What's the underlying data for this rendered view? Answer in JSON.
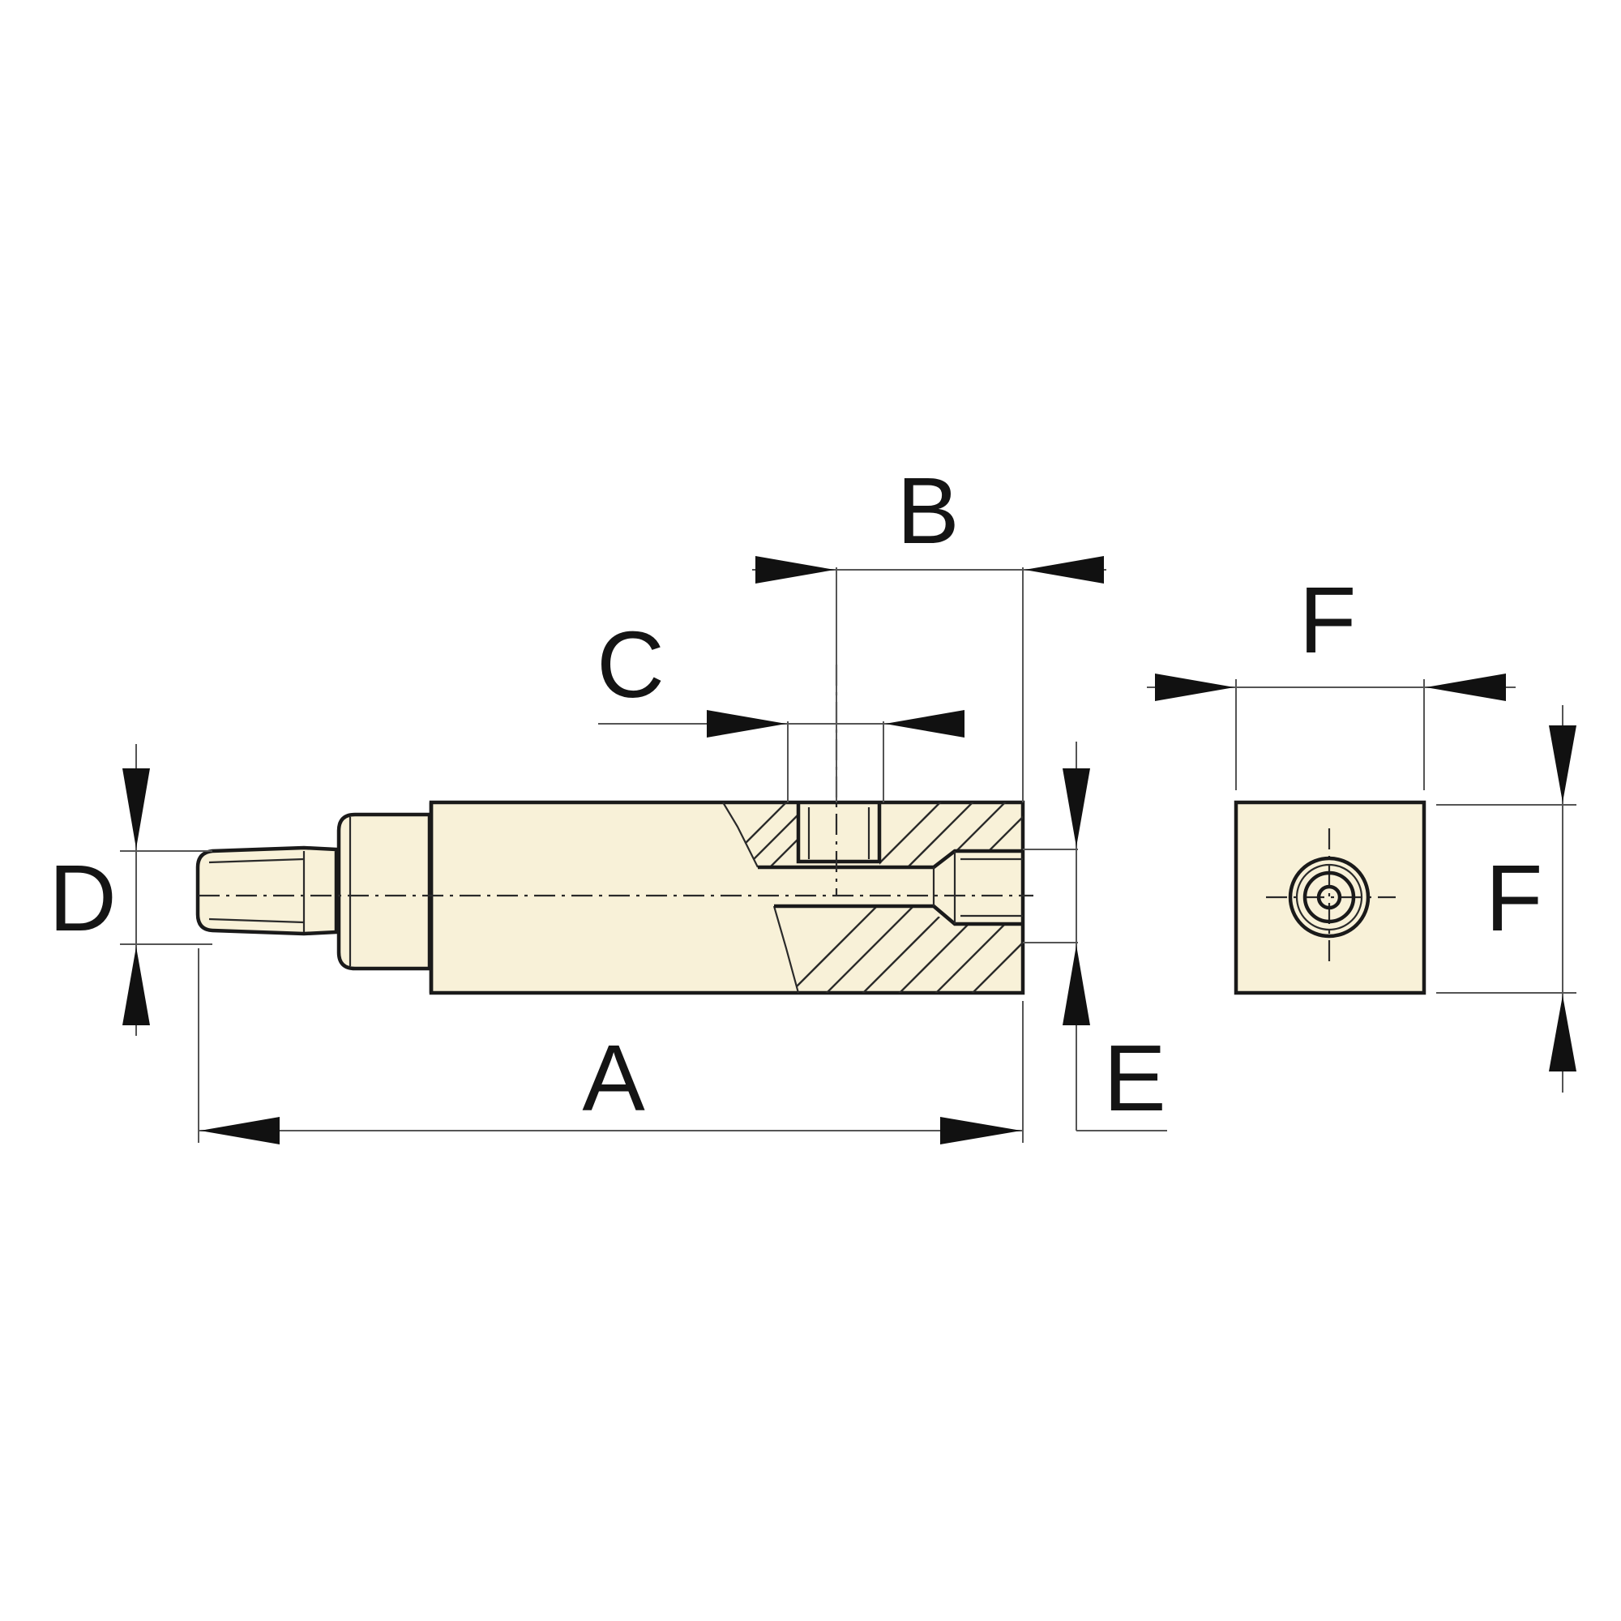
{
  "drawing": {
    "background_color": "#ffffff",
    "part_fill_color": "#f8f1d8",
    "line_color": "#1a1a1a",
    "dimension_labels": {
      "a": "A",
      "b": "B",
      "c": "C",
      "d": "D",
      "e": "E",
      "f_top": "F",
      "f_side": "F"
    }
  }
}
